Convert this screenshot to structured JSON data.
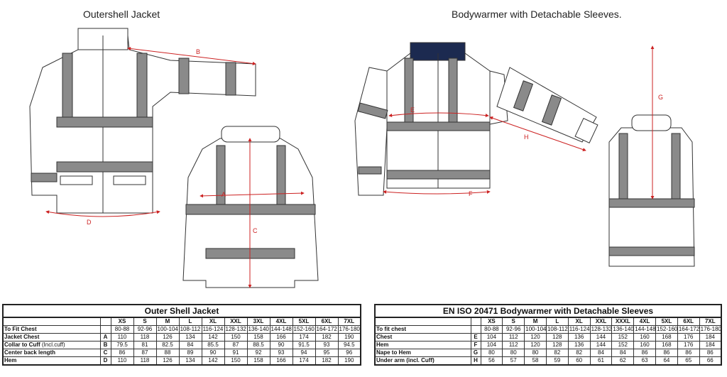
{
  "headings": {
    "left": "Outershell Jacket",
    "right": "Bodywarmer with Detachable Sleeves."
  },
  "dimension_letters": {
    "a": "A",
    "b": "B",
    "c": "C",
    "d": "D",
    "e": "E",
    "f": "F",
    "g": "G",
    "h": "H"
  },
  "colors": {
    "dimension": "#cc2222",
    "reflective": "#8a8a8a",
    "outline": "#333333",
    "collar_navy": "#1c2a50"
  },
  "outer_table": {
    "title": "Outer Shell Jacket",
    "sizes": [
      "XS",
      "S",
      "M",
      "L",
      "XL",
      "XXL",
      "3XL",
      "4XL",
      "5XL",
      "6XL",
      "7XL"
    ],
    "fit_label": "To Fit Chest",
    "fit": [
      "80-88",
      "92-96",
      "100-104",
      "108-112",
      "116-124",
      "128-132",
      "136-140",
      "144-148",
      "152-160",
      "164-172",
      "176-180"
    ],
    "rows": [
      {
        "label": "Jacket Chest",
        "note": "",
        "letter": "A",
        "values": [
          "110",
          "118",
          "126",
          "134",
          "142",
          "150",
          "158",
          "166",
          "174",
          "182",
          "190"
        ]
      },
      {
        "label": "Collar to Cuff",
        "note": " (Incl.cuff)",
        "letter": "B",
        "values": [
          "79.5",
          "81",
          "82.5",
          "84",
          "85.5",
          "87",
          "88.5",
          "90",
          "91.5",
          "93",
          "94.5"
        ]
      },
      {
        "label": "Center back length",
        "note": "",
        "letter": "C",
        "values": [
          "86",
          "87",
          "88",
          "89",
          "90",
          "91",
          "92",
          "93",
          "94",
          "95",
          "96"
        ]
      },
      {
        "label": "Hem",
        "note": "",
        "letter": "D",
        "values": [
          "110",
          "118",
          "126",
          "134",
          "142",
          "150",
          "158",
          "166",
          "174",
          "182",
          "190"
        ]
      }
    ]
  },
  "bw_table": {
    "title": "EN ISO 20471 Bodywarmer with Detachable Sleeves",
    "sizes": [
      "XS",
      "S",
      "M",
      "L",
      "XL",
      "XXL",
      "XXXL",
      "4XL",
      "5XL",
      "6XL",
      "7XL"
    ],
    "fit_label": "To fit chest",
    "fit": [
      "80-88",
      "92-96",
      "100-104",
      "108-112",
      "116-124",
      "128-132",
      "136-140",
      "144-148",
      "152-160",
      "164-172",
      "176-180"
    ],
    "rows": [
      {
        "label": "Chest",
        "note": "",
        "letter": "E",
        "values": [
          "104",
          "112",
          "120",
          "128",
          "136",
          "144",
          "152",
          "160",
          "168",
          "176",
          "184"
        ]
      },
      {
        "label": "Hem",
        "note": "",
        "letter": "F",
        "values": [
          "104",
          "112",
          "120",
          "128",
          "136",
          "144",
          "152",
          "160",
          "168",
          "176",
          "184"
        ]
      },
      {
        "label": "Nape to Hem",
        "note": "",
        "letter": "G",
        "values": [
          "80",
          "80",
          "80",
          "82",
          "82",
          "84",
          "84",
          "86",
          "86",
          "86",
          "86"
        ]
      },
      {
        "label": "Under arm (incl. Cuff)",
        "note": "",
        "letter": "H",
        "values": [
          "56",
          "57",
          "58",
          "59",
          "60",
          "61",
          "62",
          "63",
          "64",
          "65",
          "66"
        ]
      }
    ]
  }
}
